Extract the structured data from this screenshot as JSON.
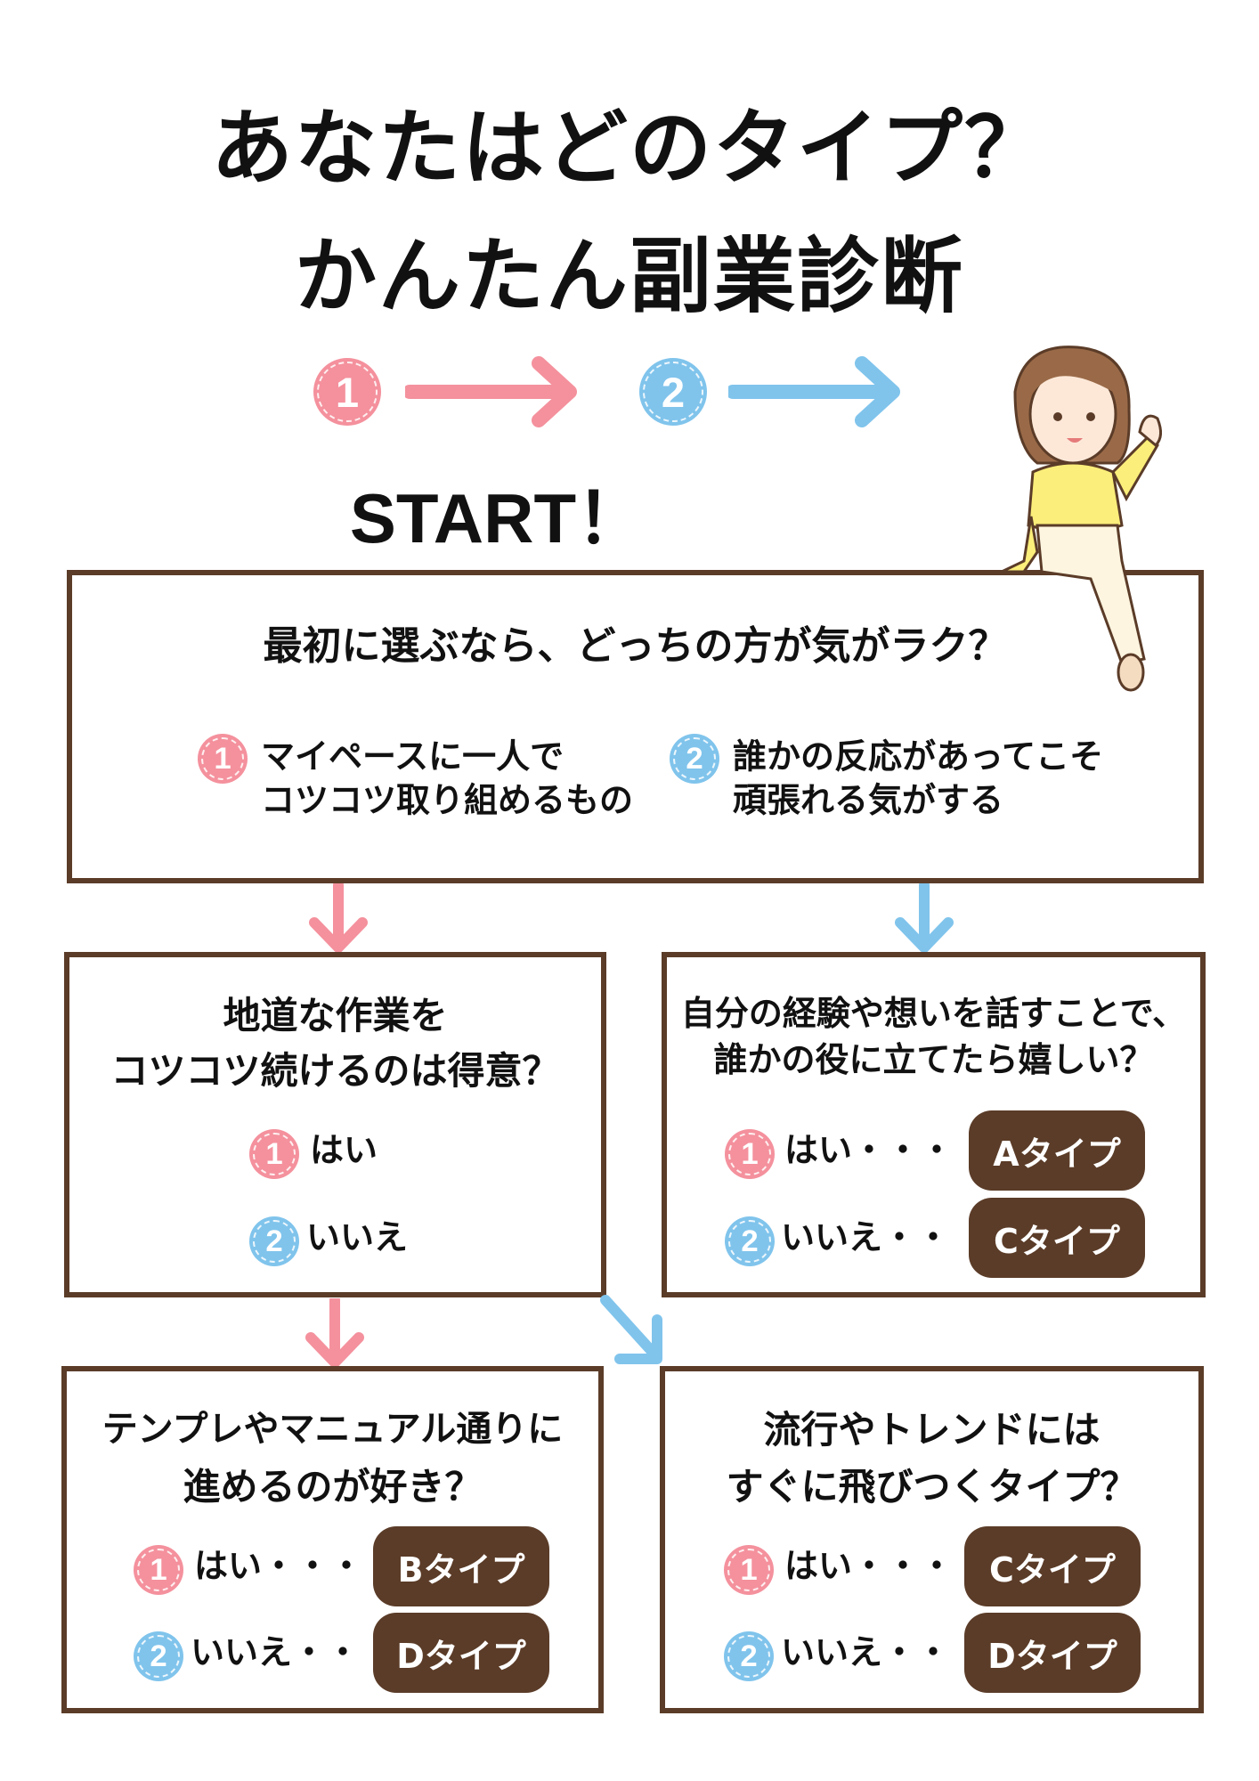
{
  "title": {
    "line1": "あなたはどのタイプ？",
    "line2": "かんたん副業診断"
  },
  "legend": {
    "one": "1",
    "two": "2"
  },
  "start": "START！",
  "colors": {
    "pink": "#f4919d",
    "blue": "#80c4ec",
    "brown": "#5b3c28"
  },
  "q1": {
    "question": "最初に選ぶなら、どっちの方が気がラク？",
    "opt1_line1": "マイペースに一人で",
    "opt1_line2": "コツコツ取り組めるもの",
    "opt2_line1": "誰かの反応があってこそ",
    "opt2_line2": "頑張れる気がする"
  },
  "q2": {
    "line1": "地道な作業を",
    "line2": "コツコツ続けるのは得意？",
    "yes": "はい",
    "no": "いいえ"
  },
  "q3": {
    "line1": "自分の経験や想いを話すことで、",
    "line2": "誰かの役に立てたら嬉しい？",
    "yes": "はい・・・",
    "no": "いいえ・・",
    "yes_result": "Aタイプ",
    "no_result": "Cタイプ"
  },
  "q4": {
    "line1": "テンプレやマニュアル通りに",
    "line2": "進めるのが好き？",
    "yes": "はい・・・",
    "no": "いいえ・・",
    "yes_result": "Bタイプ",
    "no_result": "Dタイプ"
  },
  "q5": {
    "line1": "流行やトレンドには",
    "line2": "すぐに飛びつくタイプ？",
    "yes": "はい・・・",
    "no": "いいえ・・",
    "yes_result": "Cタイプ",
    "no_result": "Dタイプ"
  }
}
